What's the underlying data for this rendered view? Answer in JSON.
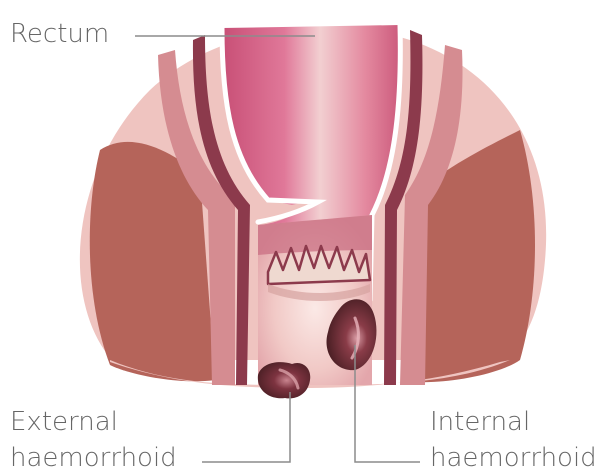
{
  "labels": {
    "rectum": "Rectum",
    "external_line1": "External",
    "external_line2": "haemorrhoid",
    "internal_line1": "Internal",
    "internal_line2": "haemorrhoid"
  },
  "colors": {
    "skin_light": "#efc4c0",
    "skin_mid": "#d69a98",
    "muscle": "#b5645a",
    "muscle_dark": "#a85a52",
    "wall_outer": "#c97c86",
    "wall_dark": "#8c3a4c",
    "rectum_lumen": "#d45d82",
    "rectum_highlight": "#f3d6d6",
    "anal_canal": "#f4d2cf",
    "haemorrhoid": "#5e2a2f",
    "haemorrhoid_highlight": "#d89ba4",
    "line_white": "#ffffff",
    "label_text": "#666666",
    "leader_line": "#8c8c8c"
  }
}
